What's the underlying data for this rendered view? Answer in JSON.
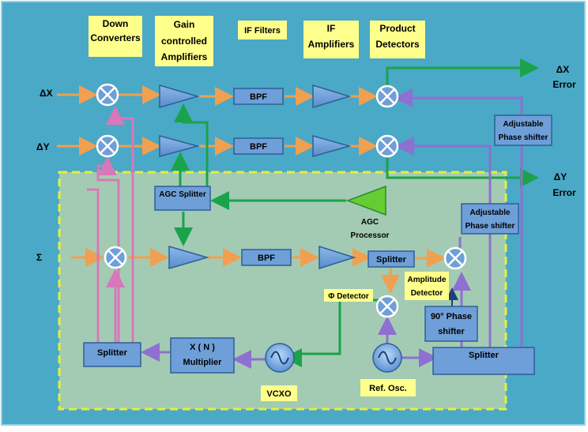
{
  "colors": {
    "background": "#4aa9c6",
    "inner_panel": "#a3cbb3",
    "inner_border": "#e6ef3a",
    "header_box": "#ffff8c",
    "block_fill": "#6f9fd8",
    "block_stroke": "#2e5f99",
    "arrow_orange": "#f0a050",
    "arrow_green": "#1aa34a",
    "arrow_purple": "#8f6fd0",
    "arrow_pink": "#d878b8",
    "agc_triangle": "#66cc33"
  },
  "headers": {
    "down_converters": [
      "Down",
      "Converters"
    ],
    "gain_controlled": [
      "Gain",
      "controlled",
      "Amplifiers"
    ],
    "if_filters": "IF Filters",
    "if_amplifiers": [
      "IF",
      "Amplifiers"
    ],
    "product_detectors": [
      "Product",
      "Detectors"
    ]
  },
  "inputs": {
    "dx": "ΔX",
    "dy": "ΔY",
    "sigma": "Σ"
  },
  "outputs": {
    "dx_error": [
      "ΔX",
      "Error"
    ],
    "dy_error": [
      "ΔY",
      "Error"
    ]
  },
  "blocks": {
    "bpf_label": "BPF",
    "agc_splitter": "AGC Splitter",
    "splitter": "Splitter",
    "multiplier": [
      "X ( N )",
      "Multiplier"
    ],
    "phase_shifter_90": [
      "90° Phase",
      "shifter"
    ],
    "adjustable_phase_shifter": [
      "Adjustable",
      "Phase shifter"
    ]
  },
  "labels": {
    "agc_processor": [
      "AGC",
      "Processor"
    ],
    "amplitude_detector": [
      "Amplitude",
      "Detector"
    ],
    "phi_detector": "Φ Detector",
    "vcxo": "VCXO",
    "ref_osc": "Ref. Osc."
  },
  "icons": {
    "mixer": "mixer-icon",
    "oscillator": "oscillator-icon",
    "amplifier": "amplifier-icon"
  }
}
